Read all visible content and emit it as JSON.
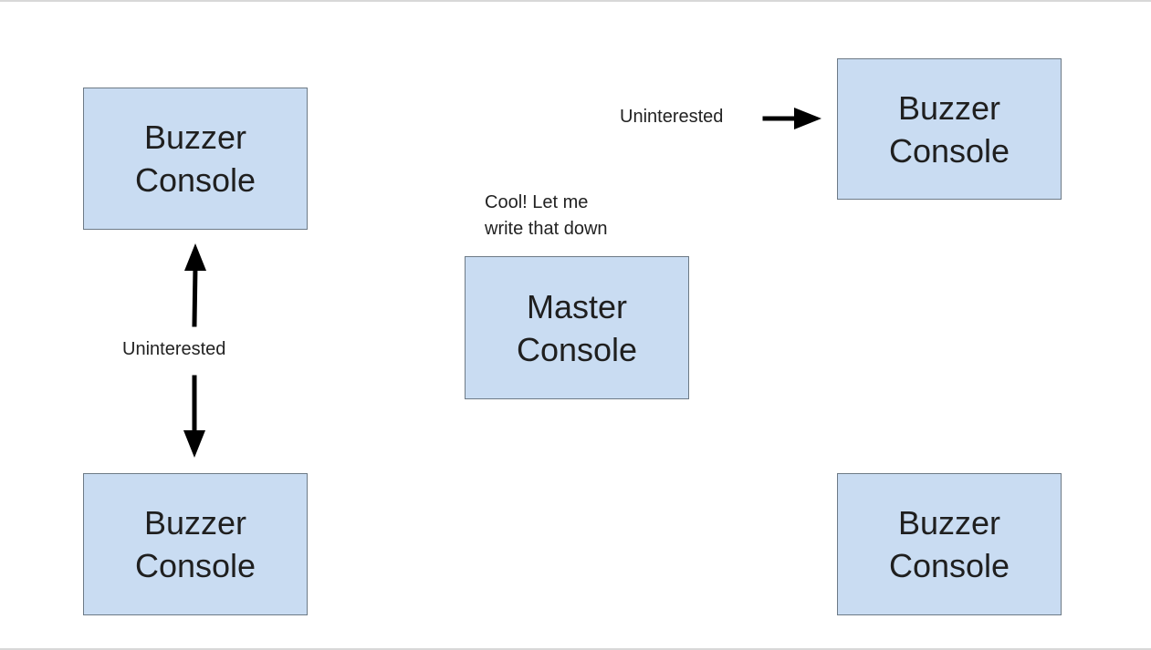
{
  "colors": {
    "box_fill": "#c9dcf2",
    "arrow": "#000000"
  },
  "nodes": {
    "buzzer_top_left": "Buzzer\nConsole",
    "buzzer_bottom_left": "Buzzer\nConsole",
    "buzzer_top_right": "Buzzer\nConsole",
    "buzzer_bottom_right": "Buzzer\nConsole",
    "master": "Master\nConsole"
  },
  "labels": {
    "left_edge": "Uninterested",
    "top_right_edge": "Uninterested",
    "master_note": "Cool! Let me\nwrite that down"
  },
  "edges": [
    {
      "from": "left_edge_label",
      "to": "buzzer_top_left"
    },
    {
      "from": "left_edge_label",
      "to": "buzzer_bottom_left"
    },
    {
      "from": "top_right_edge_label",
      "to": "buzzer_top_right"
    }
  ]
}
